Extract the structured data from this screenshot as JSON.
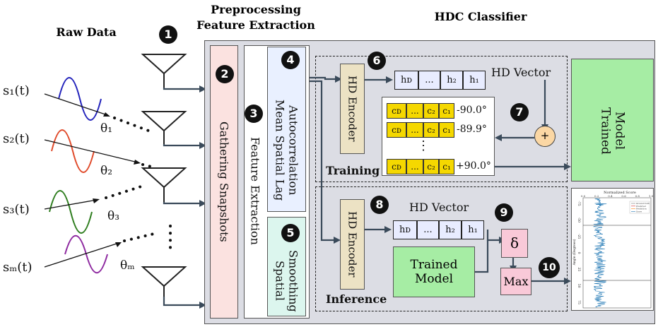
{
  "headers": {
    "raw_data": "Raw Data",
    "preprocessing_line1": "Preprocessing",
    "preprocessing_line2": "Feature Extraction",
    "hdc_classifier": "HDC Classifier"
  },
  "signals": [
    {
      "label": "s₁(t)",
      "angle": "θ₁",
      "color": "#2222bb"
    },
    {
      "label": "s₂(t)",
      "angle": "θ₂",
      "color": "#e04a2a"
    },
    {
      "label": "s₃(t)",
      "angle": "θ₃",
      "color": "#2e7d1e"
    },
    {
      "label": "sₘ(t)",
      "angle": "θₘ",
      "color": "#8e2aa0"
    }
  ],
  "blocks": {
    "gathering_snapshots": "Gathering Snapshots",
    "feature_extraction": "Feature Extraction",
    "mean_spatial_lag_line1": "Mean Spatial Lag",
    "mean_spatial_lag_line2": "Autocorrelation",
    "spatial_smoothing_line1": "Spatial",
    "spatial_smoothing_line2": "Smoothing",
    "hd_encoder_training": "HD Encoder",
    "hd_encoder_inference": "HD Encoder",
    "trained_model_right_line1": "Trained",
    "trained_model_right_line2": "Model",
    "trained_model_inference_line1": "Trained",
    "trained_model_inference_line2": "Model",
    "delta": "δ",
    "max": "Max",
    "plus": "+"
  },
  "labels": {
    "hd_vector_training": "HD Vector",
    "hd_vector_inference": "HD Vector",
    "training": "Training",
    "inference": "Inference",
    "vdots": "⋮"
  },
  "hd_vector_cells": [
    "hᴅ",
    "...",
    "h₂",
    "h₁"
  ],
  "class_rows": [
    {
      "cells": [
        "cᴅ",
        "...",
        "c₂",
        "c₁"
      ],
      "angle": "-90.0°"
    },
    {
      "cells": [
        "cᴅ",
        "...",
        "c₂",
        "c₁"
      ],
      "angle": "-89.9°"
    },
    {
      "cells": [
        "cᴅ",
        "...",
        "c₂",
        "c₁"
      ],
      "angle": "+90.0°"
    }
  ],
  "step_numbers": [
    "1",
    "2",
    "3",
    "4",
    "5",
    "6",
    "7",
    "8",
    "9",
    "10"
  ],
  "colors": {
    "panel_bg": "#dcdde4",
    "gathering_bg": "#fbe2e0",
    "mean_spatial_bg": "#e9f0ff",
    "smoothing_bg": "#dcf6ee",
    "encoder_bg": "#ece2c4",
    "trained_bg": "#a6eda4",
    "class_cell": "#f5d800",
    "delta_bg": "#f9c9d8",
    "plus_bg": "#fbd7a4",
    "plot_line": "#1f77b4"
  },
  "inset_plot": {
    "title": "Normalized Score",
    "x_ticks": [
      "0.0",
      "0.2",
      "0.4",
      "0.6",
      "0.8",
      "1.0"
    ],
    "y_ticks": [
      "-75",
      "-50",
      "-25",
      "0",
      "25",
      "50",
      "75"
    ],
    "ylabel": "Angle (Degrees)",
    "legend": [
      "Ground truth",
      "Predicted",
      "Prediction",
      "Score"
    ]
  }
}
